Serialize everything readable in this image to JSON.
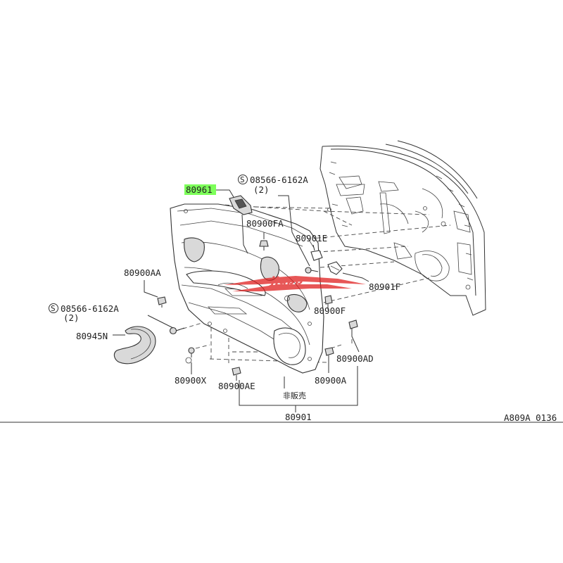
{
  "diagram": {
    "labels": {
      "p80961": "80961",
      "s08566_top": "08566-6162A",
      "s08566_top_qty": "(2)",
      "p80900FA": "80900FA",
      "p80901E": "80901E",
      "p80900AA": "80900AA",
      "p80901F": "80901F",
      "p80900F": "80900F",
      "s08566_left": "08566-6162A",
      "s08566_left_qty": "(2)",
      "p80945N": "80945N",
      "p80900AD": "80900AD",
      "p80900X": "80900X",
      "p80900AE": "80900AE",
      "p80900A": "80900A",
      "not_sold": "非販売",
      "p80901": "80901",
      "drawing_code": "A809A 0136",
      "s_mark": "S",
      "watermark": "JJapp"
    },
    "colors": {
      "highlight": "#7dff5a",
      "watermark": "#e02020",
      "line": "#333333"
    }
  }
}
